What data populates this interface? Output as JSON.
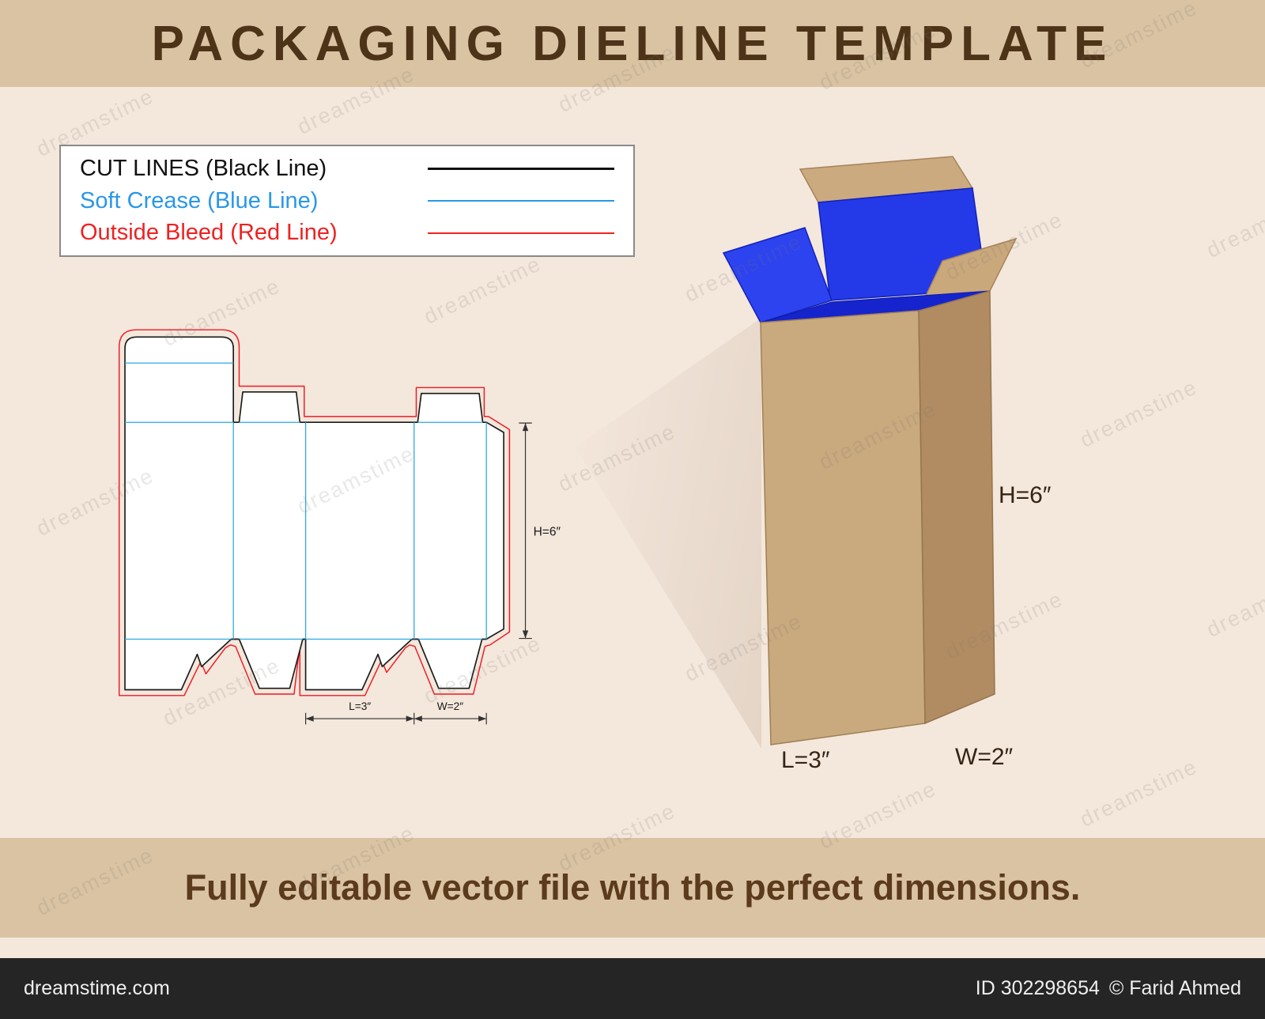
{
  "banner": {
    "title": "PACKAGING DIELINE TEMPLATE"
  },
  "legend": {
    "items": [
      {
        "label": "CUT LINES (Black Line)"
      },
      {
        "label": "Soft Crease (Blue Line)"
      },
      {
        "label": "Outside Bleed (Red Line)"
      }
    ]
  },
  "dieline": {
    "height_label": "H=6″",
    "length_label": "L=3″",
    "width_label": "W=2″"
  },
  "box3d": {
    "height_label": "H=6″",
    "length_label": "L=3″",
    "width_label": "W=2″"
  },
  "bottom_strip": {
    "text": "Fully editable vector file with the perfect dimensions."
  },
  "footer": {
    "site": "dreamstime.com",
    "image_id": "ID 302298654",
    "credit": "© Farid Ahmed"
  },
  "watermark": {
    "text": "dreamstime"
  },
  "colors": {
    "cut_line": "#1a1a1a",
    "crease_line": "#29abe2",
    "bleed_line": "#ed1c24",
    "banner_bg": "#d9c3a3",
    "page_bg": "#f4e7dc",
    "box_kraft": "#c9a97e",
    "box_kraft_dark": "#b18c62",
    "box_inner_blue": "#2439e8",
    "footer_bg": "#252525"
  }
}
